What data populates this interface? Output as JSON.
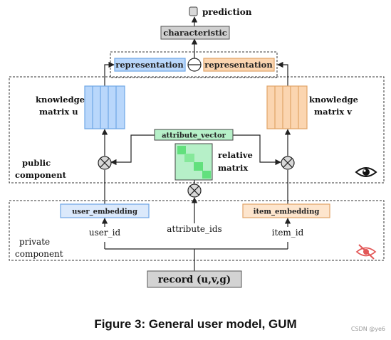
{
  "nodes": {
    "prediction": "prediction",
    "characteristic": "characteristic",
    "representation_left": "representation",
    "representation_right": "representation",
    "knowledge_u_line1": "knowledge",
    "knowledge_u_line2": "matrix u",
    "knowledge_v_line1": "knowledge",
    "knowledge_v_line2": "matrix v",
    "attribute_vector": "attribute_vector",
    "relative_line1": "relative",
    "relative_line2": "matrix",
    "public_line1": "public",
    "public_line2": "component",
    "user_embedding": "user_embedding",
    "item_embedding": "item_embedding",
    "user_id": "user_id",
    "attribute_ids": "attribute_ids",
    "item_id": "item_id",
    "private_line1": "private",
    "private_line2": "component",
    "record": "record (u,v,g)"
  },
  "caption": "Figure 3: General user model, GUM",
  "watermark": "CSDN @ye6",
  "icons": {
    "public_visibility": "eye-icon",
    "private_visibility": "eye-slash-icon",
    "operators": "circled-times-icon",
    "combine": "circled-minus-icon"
  },
  "colors": {
    "user_blue_fill": "#b9d7fb",
    "user_blue_stroke": "#6fa6e6",
    "item_orange_fill": "#fbd5b0",
    "item_orange_stroke": "#e1a467",
    "attribute_green_fill": "#b6f0c8",
    "attribute_green_dark": "#62e07d",
    "gray_box": "#d3d3d3",
    "private_eye_red": "#e25757"
  }
}
